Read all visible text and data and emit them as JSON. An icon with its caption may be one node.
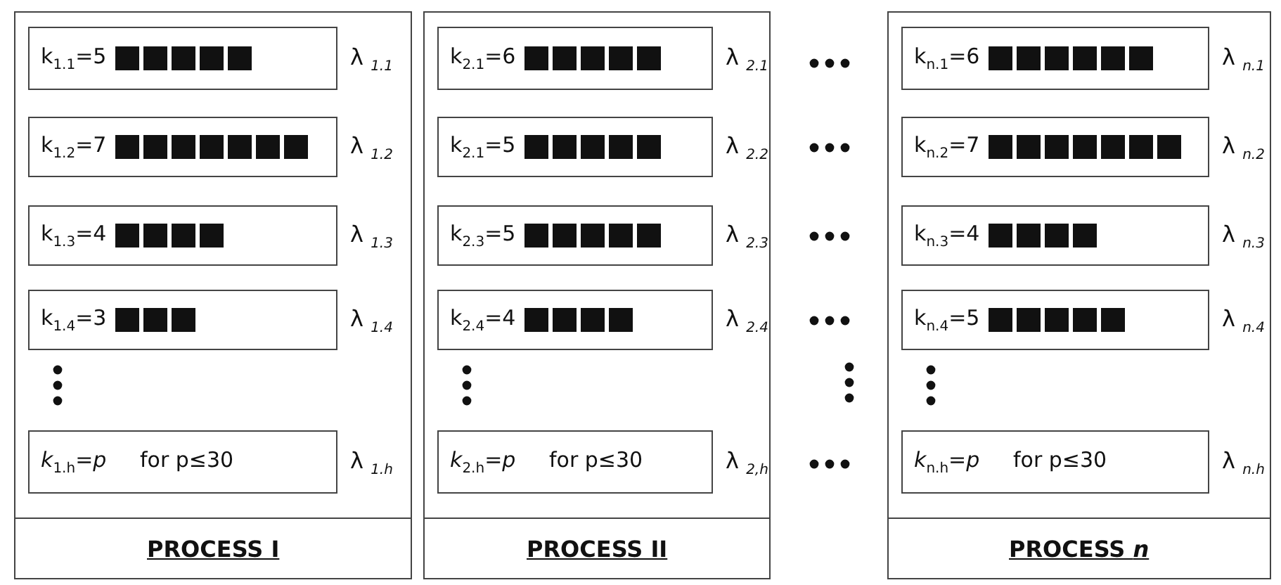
{
  "diagram": {
    "nodes": [
      {
        "text": [
          "PROCESS I"
        ]
      },
      {
        "text": [
          "k$_{1.1}$=5"
        ],
        "in": 0,
        "beside": [
          "λ $_{1.1}$"
        ]
      },
      {
        "text": [
          "k$_{1.2}$=7"
        ],
        "in": 0,
        "beside": [
          "λ $_{1.2}$"
        ]
      },
      {
        "text": [
          "k$_{1.3}$=4"
        ],
        "in": 0,
        "beside": [
          "λ $_{1.3}$"
        ]
      },
      {
        "text": [
          "k$_{1.4}$=3"
        ],
        "in": 0,
        "beside": [
          "λ $_{1.4}$"
        ]
      },
      {
        "text": [
          "*k*$_{1.h}$*=p* for p≤30"
        ],
        "in": 0,
        "beside": [
          "λ $_{1.h}$"
        ]
      },
      {
        "text": [
          "PROCESS II"
        ]
      },
      {
        "text": [
          "k$_{2.1}$=6"
        ],
        "in": 6,
        "beside": [
          "λ $_{2.1}$"
        ]
      },
      {
        "text": [
          "k$_{2.1}$=5"
        ],
        "in": 6,
        "beside": [
          "λ $_{2.2}$"
        ]
      },
      {
        "text": [
          "k$_{2.3}$=5"
        ],
        "in": 6,
        "beside": [
          "λ $_{2.3}$"
        ]
      },
      {
        "text": [
          "k$_{2.4}$=4"
        ],
        "in": 6,
        "beside": [
          "λ $_{2.4}$"
        ]
      },
      {
        "text": [
          "*k*$_{2.h}$*=p* for p≤30"
        ],
        "in": 6,
        "beside": [
          "λ $_{2,h}$"
        ]
      },
      {
        "text": [
          "PROCESS *n*"
        ]
      },
      {
        "text": [
          "k$_{n.1}$=6"
        ],
        "in": 12,
        "beside": [
          "λ $_{n.1}$"
        ]
      },
      {
        "text": [
          "k$_{n.2}$=7"
        ],
        "in": 12,
        "beside": [
          "λ $_{n.2}$"
        ]
      },
      {
        "text": [
          "k$_{n.3}$=4"
        ],
        "in": 12,
        "beside": [
          "λ $_{n.3}$"
        ]
      },
      {
        "text": [
          "k$_{n.4}$=5"
        ],
        "in": 12,
        "beside": [
          "λ $_{n.4}$"
        ]
      },
      {
        "text": [
          "*k*$_{n.h}$*=p* for p≤30"
        ],
        "in": 12,
        "beside": [
          "λ $_{n.h}$"
        ]
      }
    ]
  }
}
